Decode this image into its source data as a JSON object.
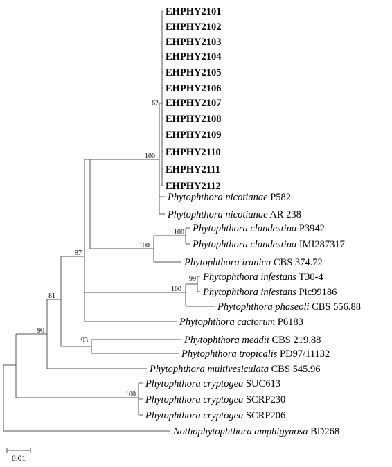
{
  "tree": {
    "taxa": [
      {
        "id": "t1",
        "isolate": "EHPHY2101",
        "bold": true
      },
      {
        "id": "t2",
        "isolate": "EHPHY2102",
        "bold": true
      },
      {
        "id": "t3",
        "isolate": "EHPHY2103",
        "bold": true
      },
      {
        "id": "t4",
        "isolate": "EHPHY2104",
        "bold": true
      },
      {
        "id": "t5",
        "isolate": "EHPHY2105",
        "bold": true
      },
      {
        "id": "t6",
        "isolate": "EHPHY2106",
        "bold": true
      },
      {
        "id": "t7",
        "isolate": "EHPHY2107",
        "bold": true
      },
      {
        "id": "t8",
        "isolate": "EHPHY2108",
        "bold": true
      },
      {
        "id": "t9",
        "isolate": "EHPHY2109",
        "bold": true
      },
      {
        "id": "t10",
        "isolate": "EHPHY2110",
        "bold": true
      },
      {
        "id": "t11",
        "isolate": "EHPHY2111",
        "bold": true
      },
      {
        "id": "t12",
        "isolate": "EHPHY2112",
        "bold": true
      },
      {
        "id": "t13",
        "species": "Phytophthora nicotianae",
        "isolate": "P582"
      },
      {
        "id": "t14",
        "species": "Phytophthora nicotianae",
        "isolate": "AR 238"
      },
      {
        "id": "t15",
        "species": "Phytophthora clandestina",
        "isolate": "P3942"
      },
      {
        "id": "t16",
        "species": "Phytophthora clandestina",
        "isolate": "IMI287317"
      },
      {
        "id": "t17",
        "species": "Phytophthora iranica",
        "isolate": "CBS 374.72"
      },
      {
        "id": "t18",
        "species": "Phytophthora infestans",
        "isolate": "T30-4"
      },
      {
        "id": "t19",
        "species": "Phytophthora infestans",
        "isolate": "Pic99186"
      },
      {
        "id": "t20",
        "species": "Phytophthora phaseoli",
        "isolate": "CBS 556.88"
      },
      {
        "id": "t21",
        "species": "Phytophthora cactorum",
        "isolate": "P6183"
      },
      {
        "id": "t22",
        "species": "Phytophthora meadii",
        "isolate": "CBS 219.88"
      },
      {
        "id": "t23",
        "species": "Phytophthora tropicalis",
        "isolate": "PD97/11132"
      },
      {
        "id": "t24",
        "species": "Phytophthora multivesiculata",
        "isolate": "CBS 545.96"
      },
      {
        "id": "t25",
        "species": "Phytophthora cryptogea",
        "isolate": "SUC613"
      },
      {
        "id": "t26",
        "species": "Phytophthora cryptogea",
        "isolate": "SCRP230"
      },
      {
        "id": "t27",
        "species": "Phytophthora cryptogea",
        "isolate": "SCRP206"
      },
      {
        "id": "t28",
        "species": "Nothophytophthora amphigynosa",
        "isolate": "BD268"
      }
    ],
    "bootstrap": [
      {
        "node": "n62",
        "value": "62"
      },
      {
        "node": "n100a",
        "value": "100"
      },
      {
        "node": "n100b",
        "value": "100"
      },
      {
        "node": "n100c",
        "value": "100"
      },
      {
        "node": "n97",
        "value": "97"
      },
      {
        "node": "n99",
        "value": "99"
      },
      {
        "node": "n100d",
        "value": "100"
      },
      {
        "node": "n81",
        "value": "81"
      },
      {
        "node": "n93",
        "value": "93"
      },
      {
        "node": "n90",
        "value": "90"
      },
      {
        "node": "n100e",
        "value": "100"
      }
    ],
    "scale_bar": {
      "label": "0.01",
      "length": 0.01
    }
  }
}
